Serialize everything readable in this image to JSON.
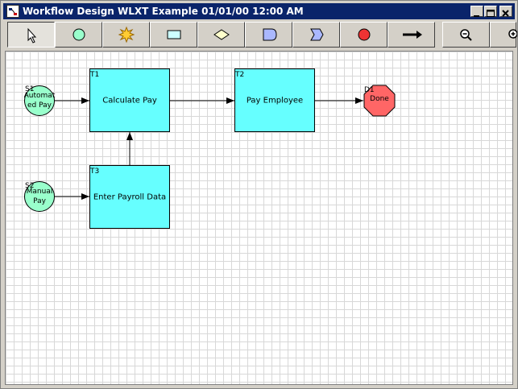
{
  "window": {
    "title": "Workflow Design WLXT Example 01/01/00 12:00 AM",
    "title_icon": "workflow-app-icon",
    "buttons": [
      "minimize",
      "maximize",
      "close"
    ]
  },
  "toolbar": {
    "tools": [
      {
        "name": "select-tool",
        "icon": "pointer-arrow",
        "active": true
      },
      {
        "name": "start-tool",
        "icon": "green-circle"
      },
      {
        "name": "event-tool",
        "icon": "starburst"
      },
      {
        "name": "task-tool",
        "icon": "rectangle"
      },
      {
        "name": "decision-tool",
        "icon": "diamond"
      },
      {
        "name": "delay-tool",
        "icon": "d-shape"
      },
      {
        "name": "merge-tool",
        "icon": "chevron-shape"
      },
      {
        "name": "stop-tool",
        "icon": "red-circle"
      },
      {
        "name": "connector-tool",
        "icon": "right-arrow"
      },
      {
        "name": "zoom-out-tool",
        "icon": "magnifier-minus"
      },
      {
        "name": "zoom-in-tool",
        "icon": "magnifier-plus"
      }
    ]
  },
  "diagram": {
    "starts": [
      {
        "id": "S1",
        "label_lines": [
          "Automat",
          "ed Pay"
        ]
      },
      {
        "id": "S2",
        "label_lines": [
          "Manual",
          "Pay"
        ]
      }
    ],
    "tasks": [
      {
        "id": "T1",
        "label": "Calculate Pay"
      },
      {
        "id": "T2",
        "label": "Pay Employee"
      },
      {
        "id": "T3",
        "label": "Enter Payroll Data"
      }
    ],
    "end": {
      "id": "D1",
      "label": "Done"
    },
    "colors": {
      "task_fill": "#66ffff",
      "start_fill": "#99ffcc",
      "end_fill": "#ff6666",
      "titlebar": "#0a246a"
    }
  }
}
